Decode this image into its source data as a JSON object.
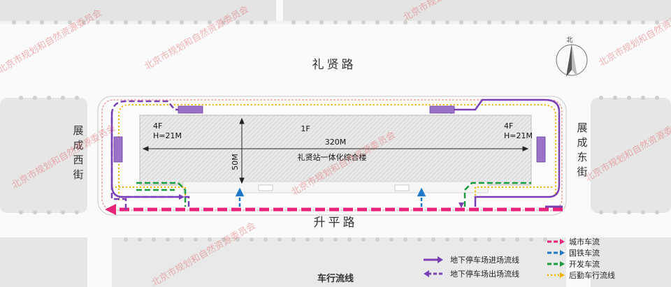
{
  "roads": {
    "north": "礼贤路",
    "south": "升平路",
    "west": "展成西街",
    "east": "展成东街"
  },
  "building": {
    "left_floors": "4F",
    "left_height": "H=21M",
    "center_floors": "1F",
    "right_floors": "4F",
    "right_height": "H=21M",
    "length": "320M",
    "width": "50M",
    "name": "礼贤站一体化综合楼"
  },
  "north_arrow": "北",
  "title": "车行流线",
  "legend": {
    "left": [
      {
        "label": "地下停车场进场流线",
        "color": "#7b3fb5"
      },
      {
        "label": "地下停车场出场流线",
        "color": "#7b3fb5"
      }
    ],
    "right": [
      {
        "label": "城市车流",
        "color": "#e8237a",
        "style": "dashed"
      },
      {
        "label": "国铁车流",
        "color": "#1e78c8",
        "style": "dashed"
      },
      {
        "label": "开发车流",
        "color": "#1a9c3c",
        "style": "dashed"
      },
      {
        "label": "后勤车行流线",
        "color": "#f0b400",
        "style": "dotted"
      }
    ]
  },
  "watermark": "北京市规划和自然资源委员会"
}
